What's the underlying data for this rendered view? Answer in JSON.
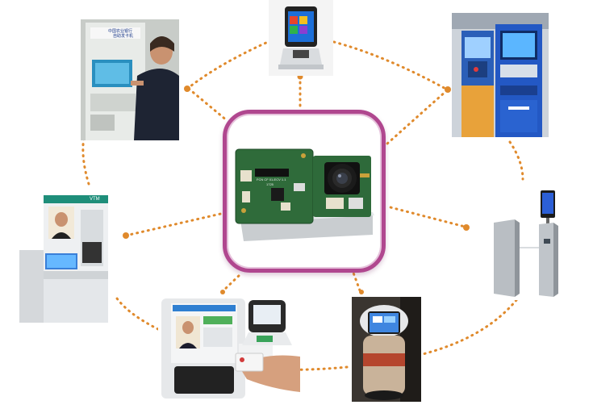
{
  "center_board": {
    "silkscreen_line1": "FCN CF 01-ECV 1.1",
    "silkscreen_line2": "1725"
  },
  "devices": {
    "bank_atm": {
      "sign": "中国农业银行",
      "sub": "自助发卡机"
    },
    "vtm": {
      "label": "VTM"
    }
  },
  "colors": {
    "frame": "#b0478f",
    "connector_dots": "#e08a2c"
  }
}
